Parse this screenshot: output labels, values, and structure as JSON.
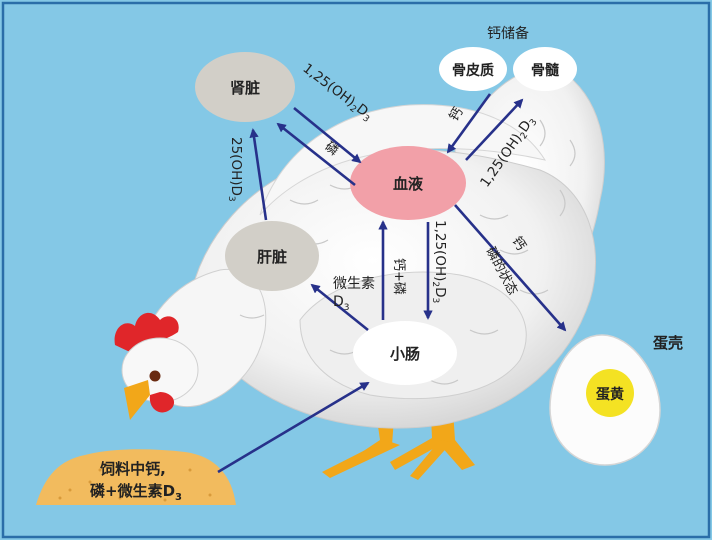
{
  "colors": {
    "background": "#84c8e6",
    "border": "#2a6ea8",
    "arrow": "#27318a",
    "blood": "#f2a0a8",
    "organ": "#d2cfc8",
    "feed": "#f2bb5e",
    "yolk": "#f4e223",
    "feet": "#f2a719",
    "comb": "#e0262a"
  },
  "nodes": {
    "kidney": "肾脏",
    "liver": "肝脏",
    "blood": "血液",
    "intestine": "小肠",
    "cortical_bone": "骨皮质",
    "marrow": "骨髓",
    "bone_storage": "钙储备",
    "eggshell": "蛋壳",
    "yolk": "蛋黄",
    "feed_line1": "饲料中钙,",
    "feed_line2_main": "磷+微生素D",
    "feed_line2_sub": "3"
  },
  "edge_labels": {
    "kidney_to_blood": {
      "pre": "1,25(OH)",
      "sub1": "2",
      "mid": "D",
      "sub2": "3"
    },
    "blood_to_kidney": "磷",
    "liver_to_kidney": {
      "pre": "25(OH)D",
      "sub": "3"
    },
    "bone_to_blood": "钙",
    "blood_to_bone": {
      "pre": "1,25(OH)",
      "sub1": "2",
      "mid": "D",
      "sub2": "3"
    },
    "intestine_to_blood": "钙+磷",
    "blood_to_intestine": {
      "pre": "1,25(OH)",
      "sub1": "2",
      "mid": "D",
      "sub2": "3"
    },
    "intestine_to_liver_line1": "微生素",
    "intestine_to_liver_line2_main": "D",
    "intestine_to_liver_line2_sub": "3",
    "blood_to_egg_line1": "钙",
    "blood_to_egg_line2": "磷的状态"
  }
}
